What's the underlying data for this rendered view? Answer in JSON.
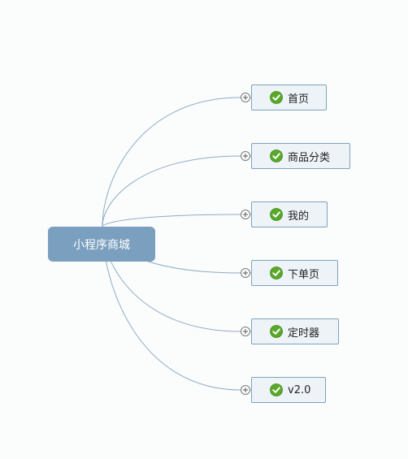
{
  "root": {
    "label": "小程序商城"
  },
  "children": [
    {
      "label": "首页"
    },
    {
      "label": "商品分类"
    },
    {
      "label": "我的"
    },
    {
      "label": "下单页"
    },
    {
      "label": "定时器"
    },
    {
      "label": "v2.0"
    }
  ],
  "colors": {
    "root_fill": "#7a9fbf",
    "connector": "#8fadc4",
    "node_fill": "#eef3f7",
    "node_border": "#7ea3c0",
    "check_fill": "#5aa82a"
  },
  "icons": {
    "node_status": "check-circle-icon",
    "expand": "plus-circle-icon"
  }
}
